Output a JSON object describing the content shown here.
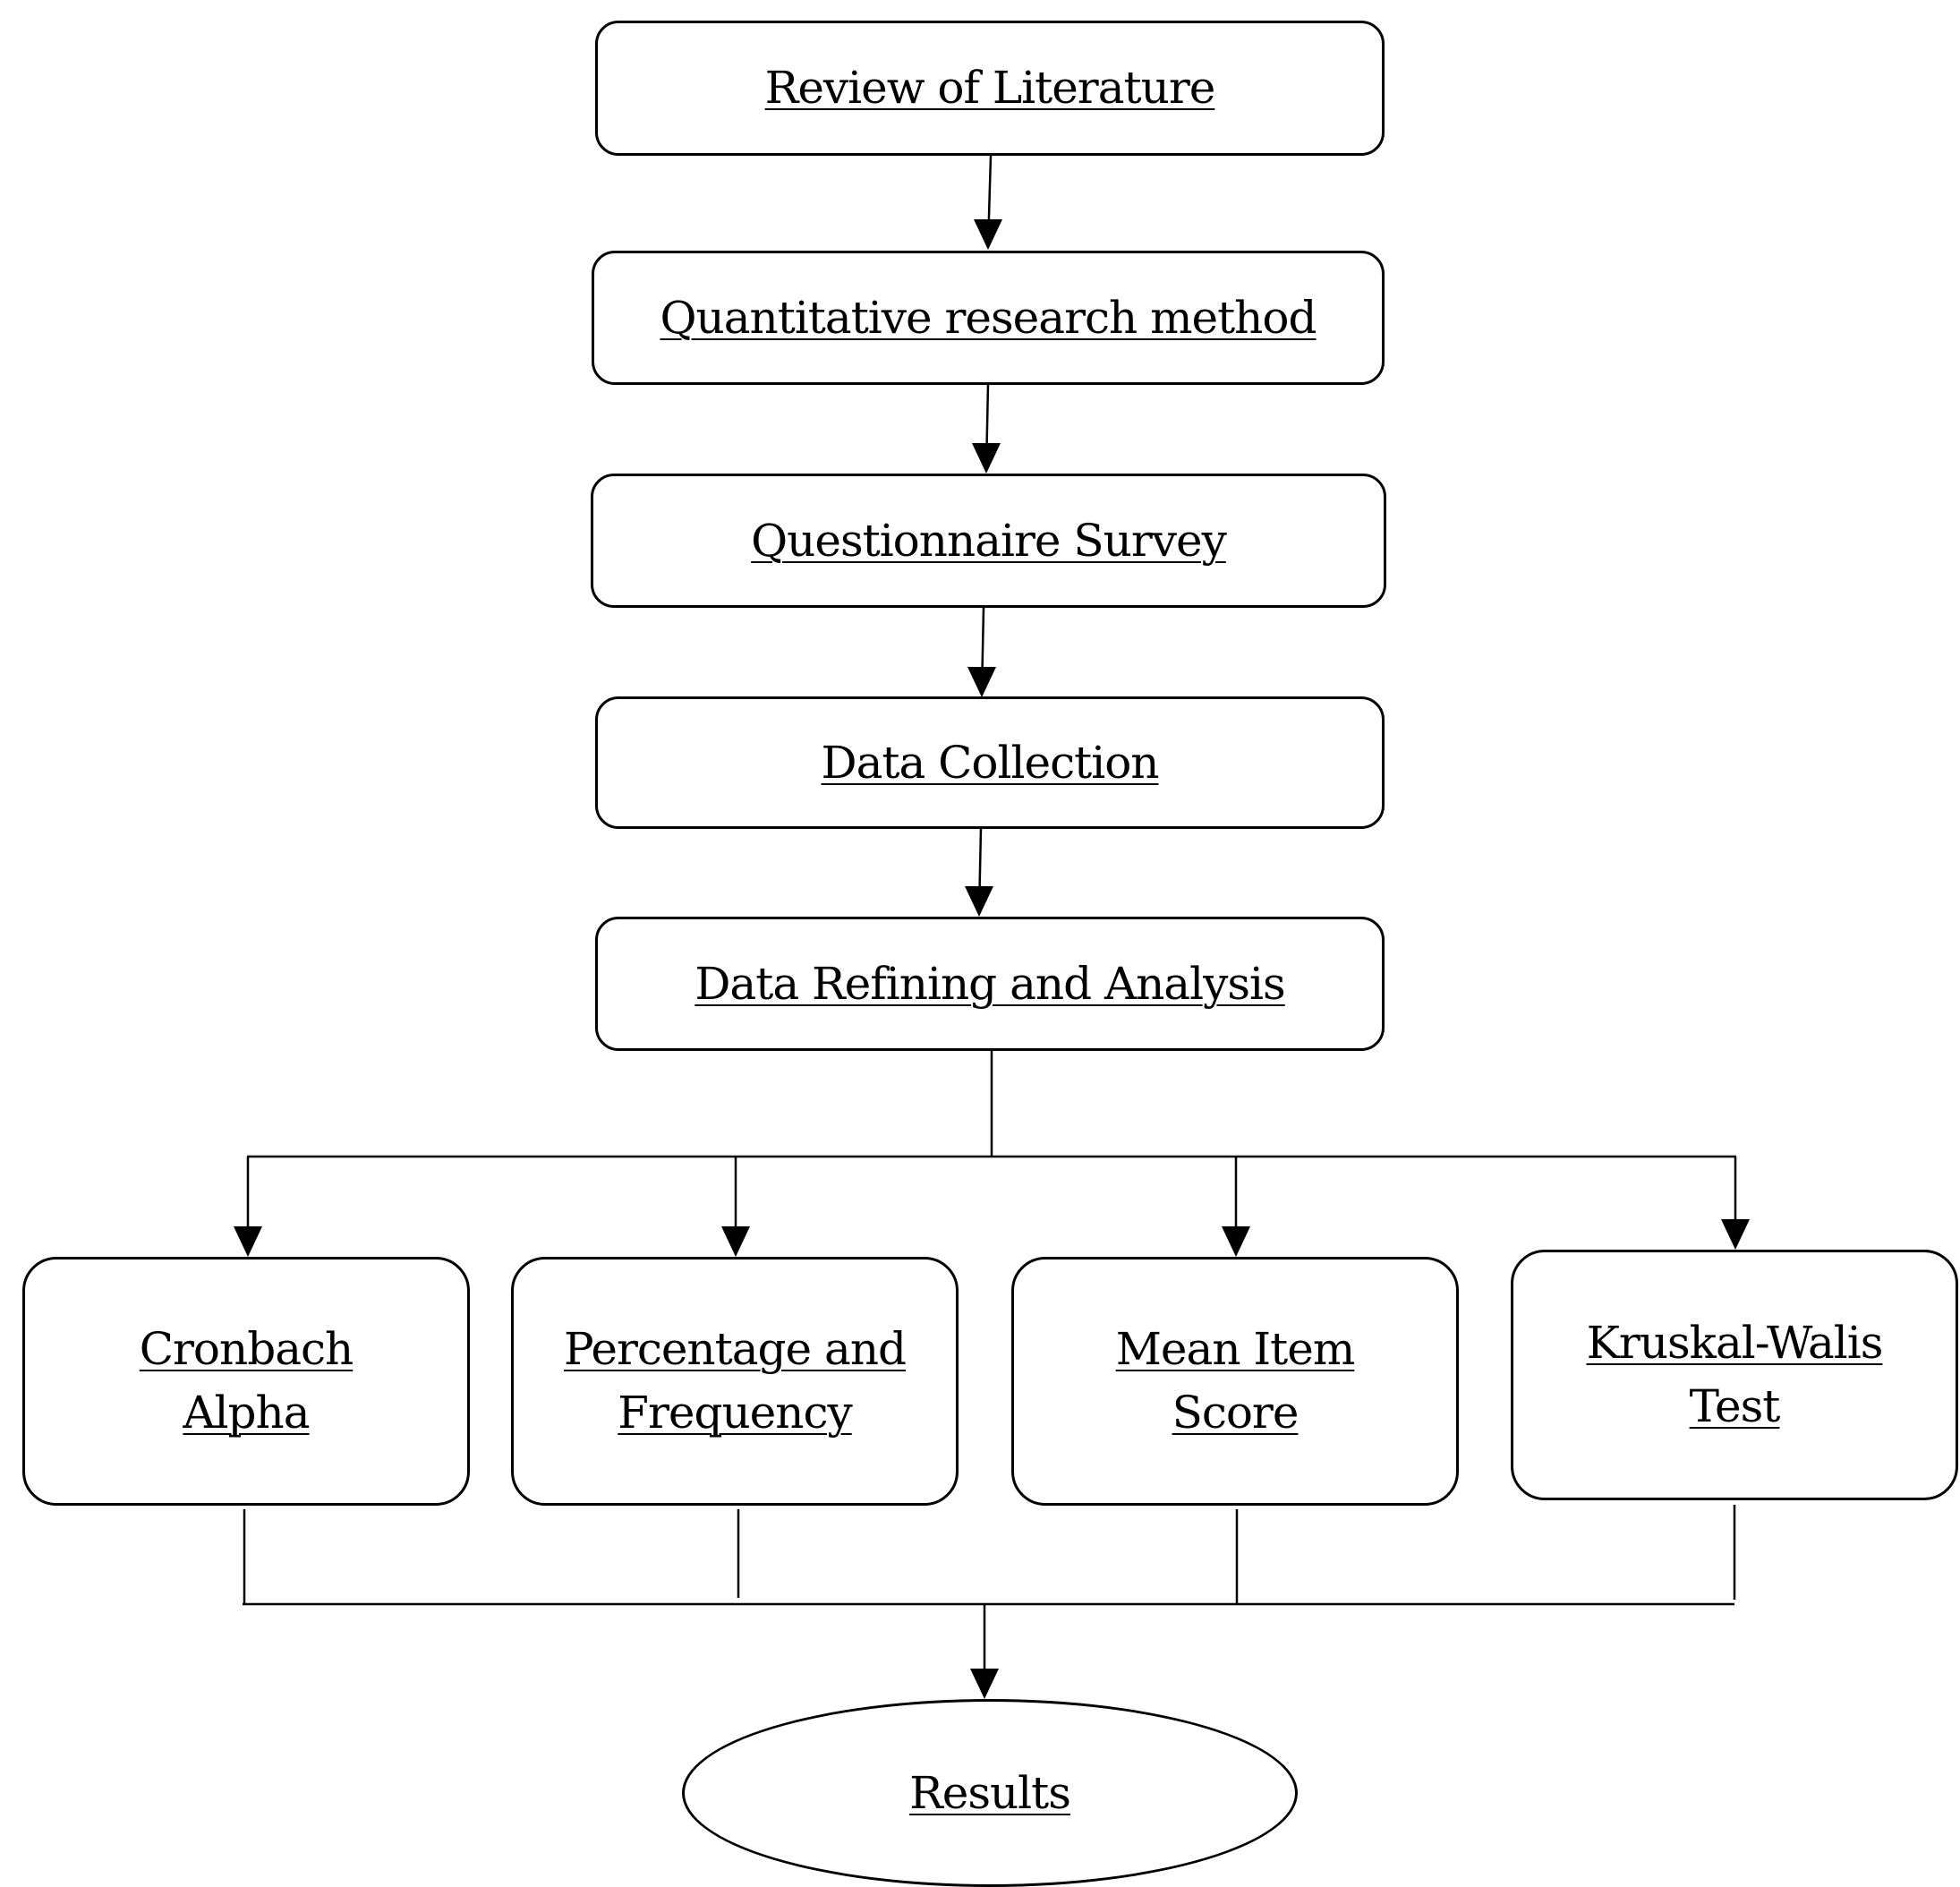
{
  "steps": [
    {
      "id": "review",
      "label": "Review of Literature"
    },
    {
      "id": "quantitative",
      "label": "Quantitative research method"
    },
    {
      "id": "questionnaire",
      "label": "Questionnaire Survey"
    },
    {
      "id": "collection",
      "label": "Data Collection"
    },
    {
      "id": "refining",
      "label": "Data Refining and Analysis"
    }
  ],
  "analyses": [
    {
      "id": "cronbach",
      "lines": [
        "Cronbach",
        "Alpha"
      ]
    },
    {
      "id": "percentage",
      "lines": [
        "Percentage and",
        "Frequency"
      ]
    },
    {
      "id": "mean",
      "lines": [
        "Mean Item",
        "Score"
      ]
    },
    {
      "id": "kruskal",
      "lines": [
        "Kruskal-Walis",
        "Test"
      ]
    }
  ],
  "result": {
    "label": "Results"
  },
  "colors": {
    "stroke": "#000000",
    "fill": "#ffffff"
  }
}
